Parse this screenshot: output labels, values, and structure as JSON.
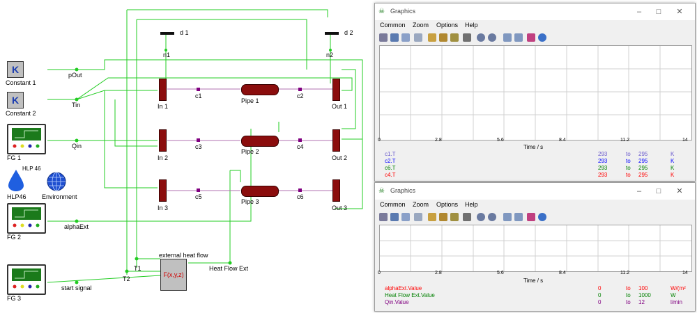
{
  "diagram": {
    "constant1_label": "Constant 1",
    "constant2_label": "Constant 2",
    "constant_symbol": "K",
    "fg1_label": "FG 1",
    "fg2_label": "FG 2",
    "fg3_label": "FG 3",
    "hlp_top_label": "HLP 46",
    "hlp_label": "HLP46",
    "environment_label": "Environment",
    "pout_label": "pOut",
    "tin_label": "Tin",
    "qin_label": "Qin",
    "alphaext_label": "alphaExt",
    "start_signal_label": "start signal",
    "d1_label": "d 1",
    "d2_label": "d 2",
    "n1_label": "n1",
    "n2_label": "n2",
    "in1_label": "In 1",
    "in2_label": "In 2",
    "in3_label": "In 3",
    "out1_label": "Out 1",
    "out2_label": "Out 2",
    "out3_label": "Out 3",
    "pipe1_label": "Pipe 1",
    "pipe2_label": "Pipe 2",
    "pipe3_label": "Pipe 3",
    "c1": "c1",
    "c2": "c2",
    "c3": "c3",
    "c4": "c4",
    "c5": "c5",
    "c6": "c6",
    "ext_heat_flow_label": "external heat flow",
    "fxyz_label": "F(x,y,z)",
    "heat_flow_ext_label": "Heat Flow Ext",
    "t1_label": "T1",
    "t2_label": "T2"
  },
  "windows": [
    {
      "title": "Graphics",
      "menu": [
        "Common",
        "Zoom",
        "Options",
        "Help"
      ],
      "x_ticks": [
        "0",
        "2.8",
        "5.6",
        "8.4",
        "11.2",
        "14"
      ],
      "x_label": "Time / s",
      "legend": [
        {
          "name": "c1.T",
          "from": "293",
          "to_word": "to",
          "to": "295",
          "unit": "K",
          "color": "#6a5acd"
        },
        {
          "name": "c2.T",
          "from": "293",
          "to_word": "to",
          "to": "295",
          "unit": "K",
          "color": "#0000ff"
        },
        {
          "name": "c6.T",
          "from": "293",
          "to_word": "to",
          "to": "295",
          "unit": "K",
          "color": "#008000"
        },
        {
          "name": "c4.T",
          "from": "293",
          "to_word": "to",
          "to": "295",
          "unit": "K",
          "color": "#ff0000"
        }
      ]
    },
    {
      "title": "Graphics",
      "menu": [
        "Common",
        "Zoom",
        "Options",
        "Help"
      ],
      "x_ticks": [
        "0",
        "2.8",
        "5.6",
        "8.4",
        "11.2",
        "14"
      ],
      "x_label": "Time / s",
      "legend": [
        {
          "name": "alphaExt.Value",
          "from": "0",
          "to_word": "to",
          "to": "100",
          "unit": "W/(m²",
          "color": "#ff0000"
        },
        {
          "name": "Heat Flow Ext.Value",
          "from": "0",
          "to_word": "to",
          "to": "1000",
          "unit": "W",
          "color": "#008000"
        },
        {
          "name": "Qin.Value",
          "from": "0",
          "to_word": "to",
          "to": "12",
          "unit": "l/min",
          "color": "#800080"
        }
      ]
    }
  ],
  "icons": {
    "minimize": "minimize-icon",
    "maximize": "maximize-icon",
    "close": "close-icon"
  }
}
